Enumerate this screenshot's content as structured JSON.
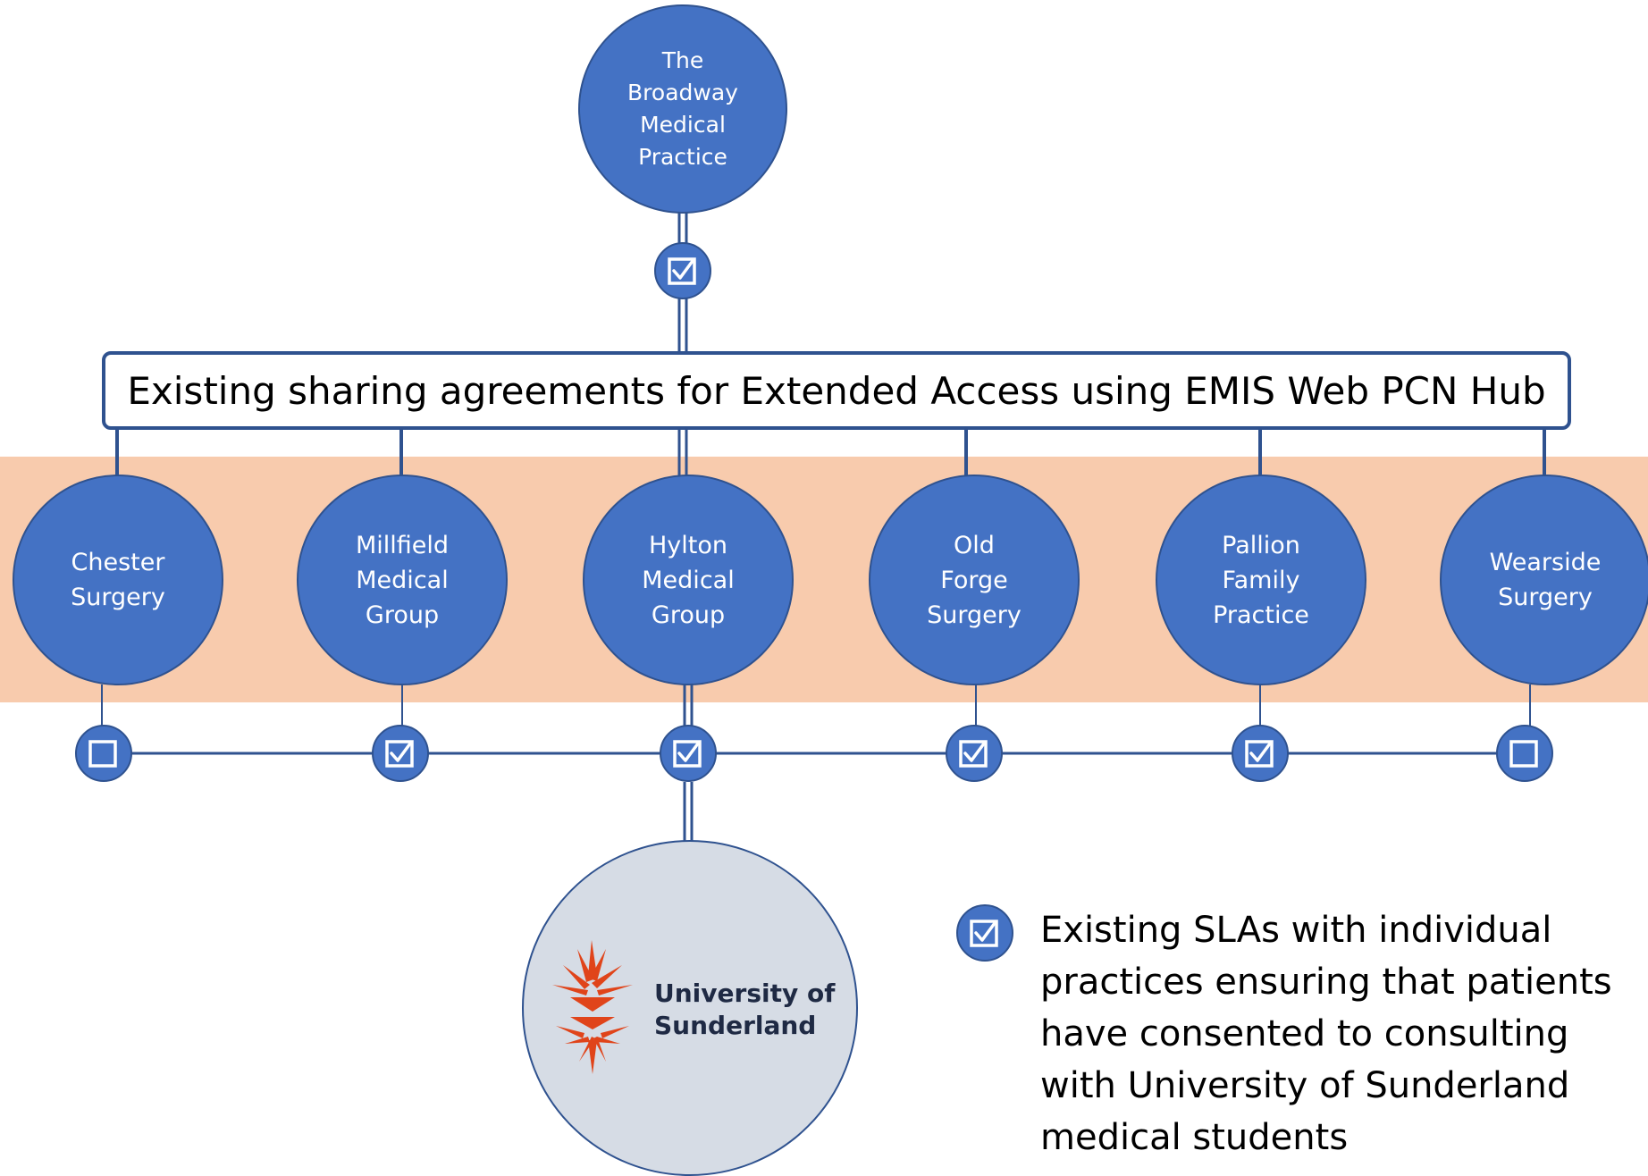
{
  "colors": {
    "node_fill": "#4472c4",
    "node_border": "#2f528f",
    "band": "#f8cbad",
    "university_circle": "#d6dce5",
    "logo_red": "#e0441a",
    "logo_text": "#1f2a44"
  },
  "top_node": {
    "label": "The\nBroadway\nMedical\nPractice"
  },
  "top_link": {
    "checked": true,
    "icon": "checkbox-checked-icon"
  },
  "hub": {
    "label": "Existing sharing agreements for Extended Access using EMIS Web PCN Hub"
  },
  "practices": [
    {
      "label": "Chester\nSurgery",
      "checked": false
    },
    {
      "label": "Millfield\nMedical\nGroup",
      "checked": true
    },
    {
      "label": "Hylton\nMedical\nGroup",
      "checked": true
    },
    {
      "label": "Old\nForge\nSurgery",
      "checked": true
    },
    {
      "label": "Pallion\nFamily\nPractice",
      "checked": true
    },
    {
      "label": "Wearside\nSurgery",
      "checked": false
    }
  ],
  "university": {
    "logo_text": "University of\nSunderland",
    "icon": "university-logo-icon"
  },
  "legend": {
    "icon": "checkbox-checked-icon",
    "text": "Existing SLAs with individual practices ensuring that patients have consented to consulting with University of Sunderland medical students"
  }
}
